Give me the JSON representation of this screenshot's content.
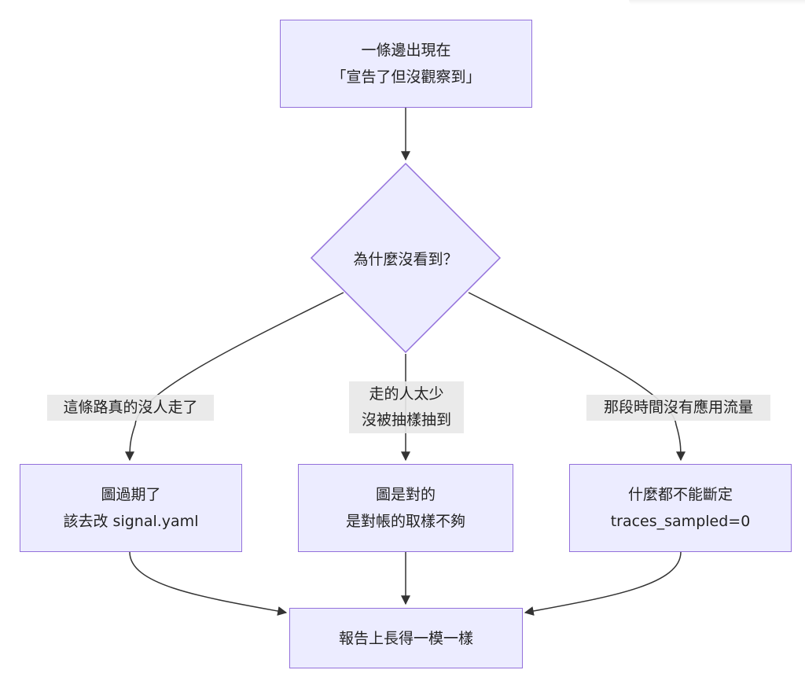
{
  "nodes": {
    "start": {
      "line1": "一條邊出現在",
      "line2": "「宣告了但沒觀察到」"
    },
    "decision": {
      "label": "為什麼沒看到？"
    },
    "outcome_left": {
      "line1": "圖過期了",
      "line2": "該去改 signal.yaml"
    },
    "outcome_middle": {
      "line1": "圖是對的",
      "line2": "是對帳的取樣不夠"
    },
    "outcome_right": {
      "line1": "什麼都不能斷定",
      "line2": "traces_sampled=0"
    },
    "end": {
      "label": "報告上長得一模一樣"
    }
  },
  "edge_labels": {
    "left": "這條路真的沒人走了",
    "middle_line1": "走的人太少",
    "middle_line2": "沒被抽樣抽到",
    "right": "那段時間沒有應用流量"
  },
  "colors": {
    "node_fill": "#ECECFF",
    "node_stroke": "#9370DB",
    "edge": "#333333",
    "edge_label_bg": "#E8E8E8"
  }
}
